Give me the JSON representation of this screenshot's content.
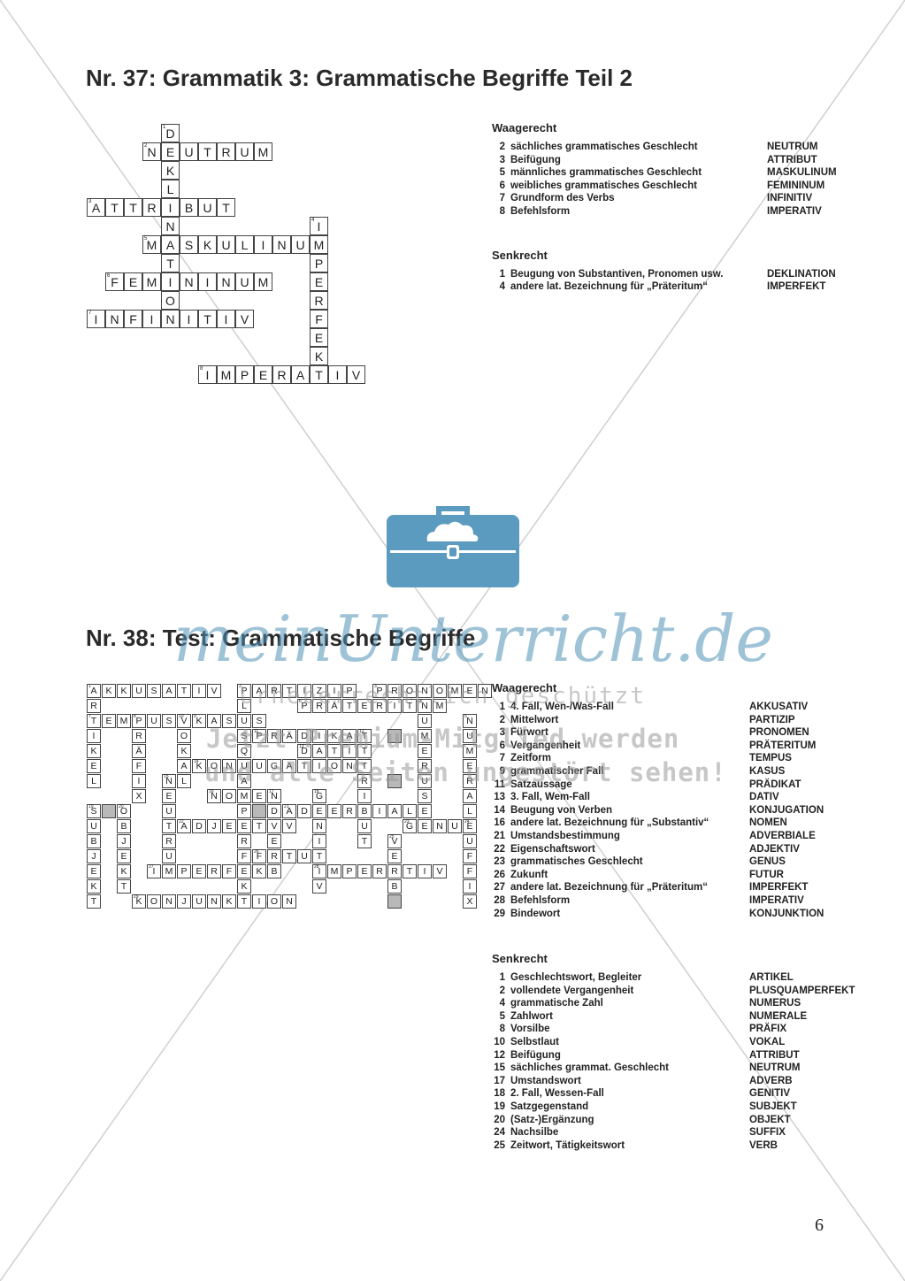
{
  "section37": {
    "title": "Nr. 37: Grammatik 3: Grammatische Begriffe Teil 2",
    "across_heading": "Waagerecht",
    "across": [
      {
        "num": "2",
        "clue": "sächliches grammatisches Geschlecht",
        "answer": "NEUTRUM"
      },
      {
        "num": "3",
        "clue": "Beifügung",
        "answer": "ATTRIBUT"
      },
      {
        "num": "5",
        "clue": "männliches grammatisches Geschlecht",
        "answer": "MASKULINUM"
      },
      {
        "num": "6",
        "clue": "weibliches grammatisches Geschlecht",
        "answer": "FEMININUM"
      },
      {
        "num": "7",
        "clue": "Grundform des Verbs",
        "answer": "INFINITIV"
      },
      {
        "num": "8",
        "clue": "Befehlsform",
        "answer": "IMPERATIV"
      }
    ],
    "down_heading": "Senkrecht",
    "down": [
      {
        "num": "1",
        "clue": "Beugung von Substantiven, Pronomen usw.",
        "answer": "DEKLINATION"
      },
      {
        "num": "4",
        "clue": "andere lat. Bezeichnung für „Präteritum“",
        "answer": "IMPERFEKT"
      }
    ],
    "grid_words": [
      {
        "num": "1",
        "row": 0,
        "col": 4,
        "dir": "down",
        "word": "DEKLINATION"
      },
      {
        "num": "2",
        "row": 1,
        "col": 3,
        "dir": "across",
        "word": "NEUTRUM"
      },
      {
        "num": "3",
        "row": 4,
        "col": 0,
        "dir": "across",
        "word": "ATTRIBUT"
      },
      {
        "num": "4",
        "row": 5,
        "col": 12,
        "dir": "down",
        "word": "IMPERFEKT"
      },
      {
        "num": "5",
        "row": 6,
        "col": 3,
        "dir": "across",
        "word": "MASKULINUM"
      },
      {
        "num": "6",
        "row": 8,
        "col": 1,
        "dir": "across",
        "word": "FEMININUM"
      },
      {
        "num": "7",
        "row": 10,
        "col": 0,
        "dir": "across",
        "word": "INFINITIV"
      },
      {
        "num": "8",
        "row": 13,
        "col": 6,
        "dir": "across",
        "word": "IMPERATIV"
      }
    ]
  },
  "section38": {
    "title": "Nr. 38: Test: Grammatische Begriffe",
    "across_heading": "Waagerecht",
    "across": [
      {
        "num": "1",
        "clue": "4. Fall, Wen-/Was-Fall",
        "answer": "AKKUSATIV"
      },
      {
        "num": "2",
        "clue": "Mittelwort",
        "answer": "PARTIZIP"
      },
      {
        "num": "3",
        "clue": "Fürwort",
        "answer": "PRONOMEN"
      },
      {
        "num": "6",
        "clue": "Vergangenheit",
        "answer": "PRÄTERITUM"
      },
      {
        "num": "7",
        "clue": "Zeitform",
        "answer": "TEMPUS"
      },
      {
        "num": "9",
        "clue": "grammatischer Fall",
        "answer": "KASUS"
      },
      {
        "num": "11",
        "clue": "Satzaussage",
        "answer": "PRÄDIKAT"
      },
      {
        "num": "13",
        "clue": "3. Fall, Wem-Fall",
        "answer": "DATIV"
      },
      {
        "num": "14",
        "clue": "Beugung von Verben",
        "answer": "KONJUGATION"
      },
      {
        "num": "16",
        "clue": "andere lat. Bezeichnung für „Substantiv“",
        "answer": "NOMEN"
      },
      {
        "num": "21",
        "clue": "Umstandsbestimmung",
        "answer": "ADVERBIALE"
      },
      {
        "num": "22",
        "clue": "Eigenschaftswort",
        "answer": "ADJEKTIV"
      },
      {
        "num": "23",
        "clue": "grammatisches Geschlecht",
        "answer": "GENUS"
      },
      {
        "num": "26",
        "clue": "Zukunft",
        "answer": "FUTUR"
      },
      {
        "num": "27",
        "clue": "andere lat. Bezeichnung für „Präteritum“",
        "answer": "IMPERFEKT"
      },
      {
        "num": "28",
        "clue": "Befehlsform",
        "answer": "IMPERATIV"
      },
      {
        "num": "29",
        "clue": "Bindewort",
        "answer": "KONJUNKTION"
      }
    ],
    "down_heading": "Senkrecht",
    "down": [
      {
        "num": "1",
        "clue": "Geschlechtswort, Begleiter",
        "answer": "ARTIKEL"
      },
      {
        "num": "2",
        "clue": "vollendete Vergangenheit",
        "answer": "PLUSQUAMPERFEKT"
      },
      {
        "num": "4",
        "clue": "grammatische Zahl",
        "answer": "NUMERUS"
      },
      {
        "num": "5",
        "clue": "Zahlwort",
        "answer": "NUMERALE"
      },
      {
        "num": "8",
        "clue": "Vorsilbe",
        "answer": "PRÄFIX"
      },
      {
        "num": "10",
        "clue": "Selbstlaut",
        "answer": "VOKAL"
      },
      {
        "num": "12",
        "clue": "Beifügung",
        "answer": "ATTRIBUT"
      },
      {
        "num": "15",
        "clue": "sächliches grammat. Geschlecht",
        "answer": "NEUTRUM"
      },
      {
        "num": "17",
        "clue": "Umstandswort",
        "answer": "ADVERB"
      },
      {
        "num": "18",
        "clue": "2. Fall, Wessen-Fall",
        "answer": "GENITIV"
      },
      {
        "num": "19",
        "clue": "Satzgegenstand",
        "answer": "SUBJEKT"
      },
      {
        "num": "20",
        "clue": "(Satz-)Ergänzung",
        "answer": "OBJEKT"
      },
      {
        "num": "24",
        "clue": "Nachsilbe",
        "answer": "SUFFIX"
      },
      {
        "num": "25",
        "clue": "Zeitwort, Tätigkeitswort",
        "answer": "VERB"
      }
    ],
    "grid_words": [
      {
        "num": "1",
        "row": 0,
        "col": 0,
        "dir": "across",
        "word": "AKKUSATIV"
      },
      {
        "num": "1",
        "row": 0,
        "col": 0,
        "dir": "down",
        "word": "ARTIKEL"
      },
      {
        "num": "2",
        "row": 0,
        "col": 10,
        "dir": "across",
        "word": "PARTIZIP"
      },
      {
        "num": "2",
        "row": 0,
        "col": 10,
        "dir": "down",
        "word": "PLUSQUAMPERFEKT"
      },
      {
        "num": "3",
        "row": 0,
        "col": 19,
        "dir": "across",
        "word": "PRONOMEN"
      },
      {
        "num": "4",
        "row": 1,
        "col": 22,
        "dir": "down",
        "word": "NUMERUS"
      },
      {
        "num": "6",
        "row": 1,
        "col": 14,
        "dir": "across",
        "word": "PRÄTERITUM"
      },
      {
        "num": "7",
        "row": 2,
        "col": 0,
        "dir": "across",
        "word": "TEMPUS"
      },
      {
        "num": "9",
        "row": 2,
        "col": 7,
        "dir": "across",
        "word": "KASUS"
      },
      {
        "num": "8",
        "row": 2,
        "col": 3,
        "dir": "down",
        "word": "PRÄFIX"
      },
      {
        "num": "10",
        "row": 2,
        "col": 6,
        "dir": "down",
        "word": "VOKAL"
      },
      {
        "num": "11",
        "row": 3,
        "col": 11,
        "dir": "across",
        "word": "PRÄDIKAT"
      },
      {
        "num": "12",
        "row": 3,
        "col": 18,
        "dir": "down",
        "word": "ATTRIBUT"
      },
      {
        "num": "13",
        "row": 4,
        "col": 14,
        "dir": "across",
        "word": "DATIV"
      },
      {
        "num": "5",
        "row": 2,
        "col": 25,
        "dir": "down",
        "word": "NUMERALE"
      },
      {
        "num": "14",
        "row": 5,
        "col": 7,
        "dir": "across",
        "word": "KONJUGATION"
      },
      {
        "num": "15",
        "row": 6,
        "col": 5,
        "dir": "down",
        "word": "NEUTRUM"
      },
      {
        "num": "16",
        "row": 7,
        "col": 8,
        "dir": "across",
        "word": "NOMEN"
      },
      {
        "num": "17",
        "row": 7,
        "col": 12,
        "dir": "down",
        "word": "ADVERB"
      },
      {
        "num": "18",
        "row": 7,
        "col": 15,
        "dir": "down",
        "word": "GENITIV"
      },
      {
        "num": "19",
        "row": 8,
        "col": 0,
        "dir": "down",
        "word": "SUBJEKT"
      },
      {
        "num": "20",
        "row": 8,
        "col": 2,
        "dir": "down",
        "word": "OBJEKT"
      },
      {
        "num": "21",
        "row": 8,
        "col": 13,
        "dir": "across",
        "word": "ADVERBIALE"
      },
      {
        "num": "22",
        "row": 9,
        "col": 6,
        "dir": "across",
        "word": "ADJEKTIV"
      },
      {
        "num": "23",
        "row": 9,
        "col": 21,
        "dir": "across",
        "word": "GENUS"
      },
      {
        "num": "24",
        "row": 9,
        "col": 25,
        "dir": "down",
        "word": "SUFFIX"
      },
      {
        "num": "25",
        "row": 10,
        "col": 20,
        "dir": "down",
        "word": "VERB"
      },
      {
        "num": "26",
        "row": 11,
        "col": 11,
        "dir": "across",
        "word": "FUTUR"
      },
      {
        "num": "27",
        "row": 12,
        "col": 4,
        "dir": "across",
        "word": "IMPERFEKT"
      },
      {
        "num": "28",
        "row": 12,
        "col": 15,
        "dir": "across",
        "word": "IMPERATIV"
      },
      {
        "num": "29",
        "row": 14,
        "col": 3,
        "dir": "across",
        "word": "KONJUNKTION"
      }
    ],
    "shaded_cells": [
      [
        2,
        6
      ],
      [
        8,
        1
      ],
      [
        8,
        11
      ],
      [
        8,
        12
      ],
      [
        14,
        20
      ],
      [
        3,
        20
      ],
      [
        6,
        20
      ],
      [
        8,
        25
      ]
    ]
  },
  "watermark": {
    "brand": "meinUnterricht.de",
    "line1": "Urheberrechtlich geschützt",
    "line2": "Jetzt Premium-Mitglied werden",
    "line3": "und alle Seiten ungestört sehen!"
  },
  "page_number": "6",
  "colors": {
    "logo": "#5b9bbf",
    "shaded": "#b9b9b9",
    "brand": "#4f93b8"
  }
}
